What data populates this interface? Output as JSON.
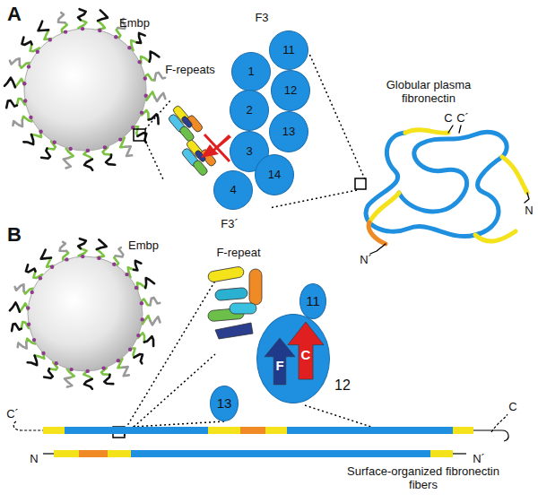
{
  "diagram": {
    "nodes": [
      {
        "text": [
          "11"
        ]
      },
      {
        "text": [
          "1"
        ]
      },
      {
        "text": [
          "2"
        ]
      },
      {
        "text": [
          "12"
        ]
      },
      {
        "text": [
          "3"
        ]
      },
      {
        "text": [
          "13"
        ]
      },
      {
        "text": [
          "4"
        ]
      },
      {
        "text": [
          "14"
        ]
      },
      {
        "text": [
          "11"
        ]
      },
      {
        "text": [
          "12"
        ]
      },
      {
        "text": [
          "F"
        ],
        "in": 9
      },
      {
        "text": [
          "C"
        ],
        "in": 9
      },
      {
        "text": [
          "13"
        ]
      }
    ],
    "labels": [
      "A",
      "Embp",
      "F-repeats",
      "F3",
      "F3´",
      "Globular plasma fibronectin",
      "C",
      "C´",
      "N",
      "N´",
      "B",
      "Embp",
      "F-repeat",
      "Surface-organized fibronectin fibers",
      "C´",
      "C",
      "N",
      "N´"
    ]
  }
}
